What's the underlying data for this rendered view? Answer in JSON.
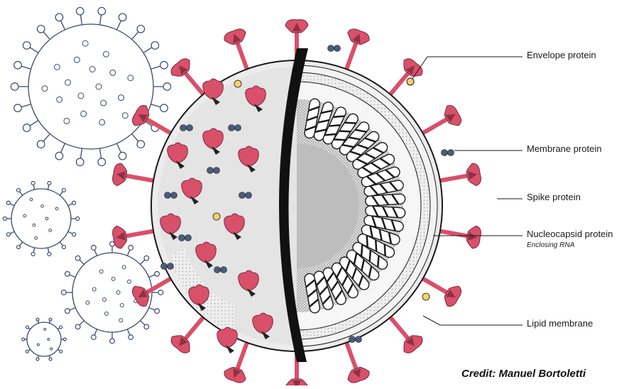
{
  "labels": {
    "envelope": "Envelope protein",
    "membrane": "Membrane protein",
    "spike": "Spike protein",
    "nucleocapsid": "Nucleocapsid protein",
    "nucleocapsid_sub": "Enclosing RNA",
    "lipid": "Lipid membrane"
  },
  "credit": "Credit: Manuel Bortoletti",
  "colors": {
    "spike": "#d9506a",
    "spike_dark": "#5a1d2a",
    "membrane_protein": "#4a5c7a",
    "envelope_protein": "#f2d26b",
    "outline": "#1a1a1a",
    "virion_fill": "#e6e6e6",
    "core_fill": "#bdbdbd"
  }
}
